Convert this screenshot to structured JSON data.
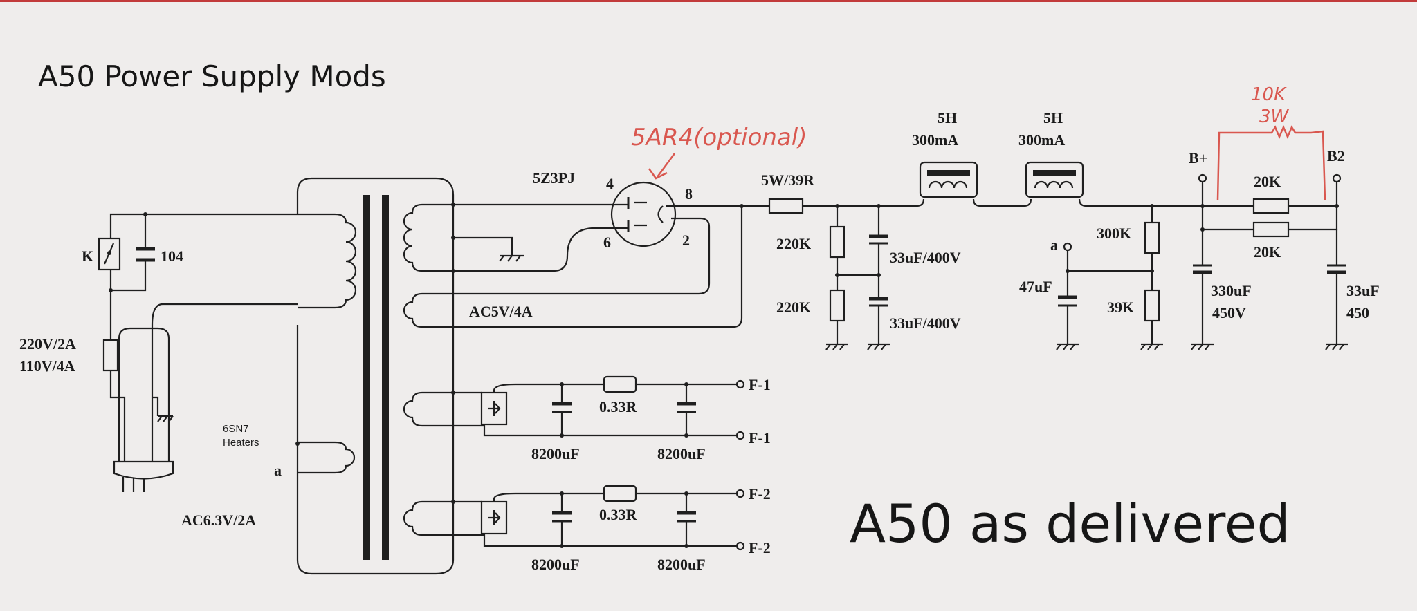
{
  "title": "A50 Power Supply Mods",
  "subtitle": "A50 as delivered",
  "annotations": {
    "rectifier_alt": "5AR4(optional)",
    "parallel_res_value": "10K",
    "parallel_res_power": "3W"
  },
  "labels": {
    "tube": "5Z3PJ",
    "pin4": "4",
    "pin8": "8",
    "pin6": "6",
    "pin2": "2",
    "switch": "K",
    "cap104": "104",
    "fuse_220": "220V/2A",
    "fuse_110": "110V/4A",
    "ac5v": "AC5V/4A",
    "heaters_1": "6SN7",
    "heaters_2": "Heaters",
    "node_a_left": "a",
    "ac63v": "AC6.3V/2A",
    "series_res": "5W/39R",
    "choke1_h": "5H",
    "choke1_ma": "300mA",
    "choke2_h": "5H",
    "choke2_ma": "300mA",
    "r220k_top": "220K",
    "r220k_bot": "220K",
    "c33_top": "33uF/400V",
    "c33_bot": "33uF/400V",
    "node_a_mid": "a",
    "c47": "47uF",
    "r300k": "300K",
    "r39k": "39K",
    "bplus": "B+",
    "b2": "B2",
    "r20k_top": "20K",
    "r20k_bot": "20K",
    "c330_v": "330uF",
    "c330_u": "450V",
    "c33b_v": "33uF",
    "c33b_u": "450",
    "f1_res": "0.33R",
    "f1_out1": "F-1",
    "f1_out2": "F-1",
    "f1_c1": "8200uF",
    "f1_c2": "8200uF",
    "f2_res": "0.33R",
    "f2_out1": "F-2",
    "f2_out2": "F-2",
    "f2_c1": "8200uF",
    "f2_c2": "8200uF"
  },
  "colors": {
    "ink": "#1f1f1f",
    "annotation_red": "#d9574f",
    "paper": "#efedec"
  }
}
